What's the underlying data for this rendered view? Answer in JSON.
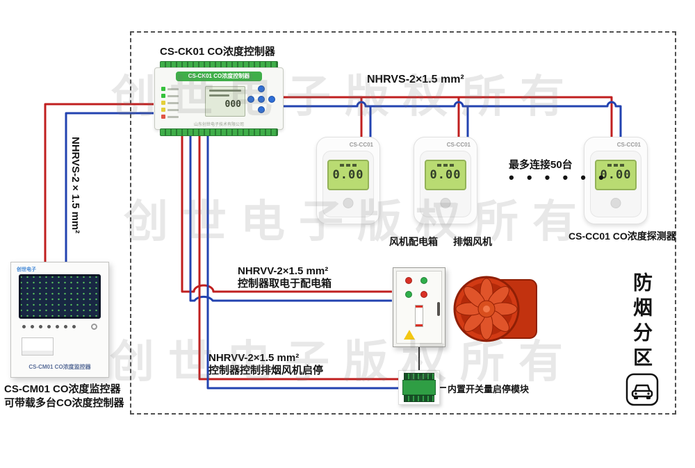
{
  "watermark": {
    "text": "创世电子版权所有"
  },
  "colors": {
    "wire_red": "#c01f1f",
    "wire_blue": "#2343b0",
    "accent_green": "#3fae49",
    "lcd_green": "#b9db72",
    "fan_red": "#cd3512"
  },
  "labels": {
    "controller_title": "CS-CK01 CO浓度控制器",
    "top_wire": "NHRVS-2×1.5 mm²",
    "left_wire": "NHRVS-2×1.5 mm²",
    "max_connect": "最多连接50台",
    "dots": "• • • • • •",
    "detector_caption": "CS-CC01 CO浓度探测器",
    "fan_box_caption": "风机配电箱",
    "fan_caption": "排烟风机",
    "power_wire_line1": "NHRVV-2×1.5 mm²",
    "power_wire_line2": "控制器取电于配电箱",
    "control_wire_line1": "NHRVV-2×1.5 mm²",
    "control_wire_line2": "控制器控制排烟风机启停",
    "module_caption": "内置开关量启停模块",
    "zone": "防烟分区",
    "monitor_caption_line1": "CS-CM01 CO浓度监控器",
    "monitor_caption_line2": "可带载多台CO浓度控制器"
  },
  "controller": {
    "header": "CS-CK01 CO浓度控制器",
    "lcd_reading": "000",
    "footer": "山东创世电子技术有限公司"
  },
  "detectors": [
    {
      "model": "CS-CC01",
      "reading": "0.00"
    },
    {
      "model": "CS-CC01",
      "reading": "0.00"
    },
    {
      "model": "CS-CC01",
      "reading": "0.00"
    }
  ],
  "monitor": {
    "brand": "创世电子",
    "footer": "CS-CM01 CO浓度监控器"
  }
}
